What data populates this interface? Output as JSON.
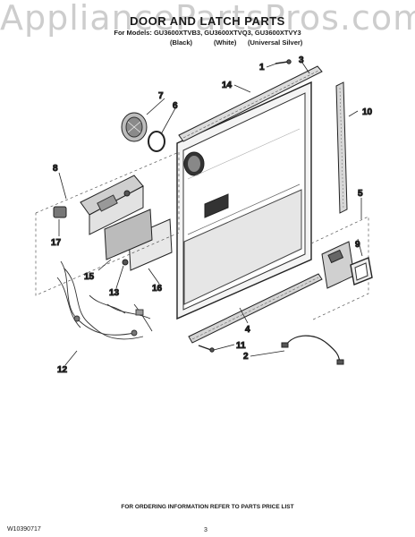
{
  "watermark": "AppliancePartsPros.com",
  "header": {
    "title": "DOOR AND LATCH PARTS",
    "models": "For Models: GU3600XTVB3, GU3600XTVQ3, GU3600XTVY3",
    "color_black": "(Black)",
    "color_white": "(White)",
    "color_silver": "(Universal Silver)"
  },
  "callouts": {
    "c1": "1",
    "c2": "2",
    "c3": "3",
    "c4": "4",
    "c5": "5",
    "c6": "6",
    "c7": "7",
    "c8": "8",
    "c9": "9",
    "c10": "10",
    "c11": "11",
    "c12": "12",
    "c13": "13",
    "c14": "14",
    "c15": "15",
    "c16": "16",
    "c17": "17"
  },
  "footer": {
    "note": "FOR ORDERING INFORMATION REFER TO PARTS PRICE LIST",
    "doc_id": "W10390717",
    "page": "3"
  }
}
